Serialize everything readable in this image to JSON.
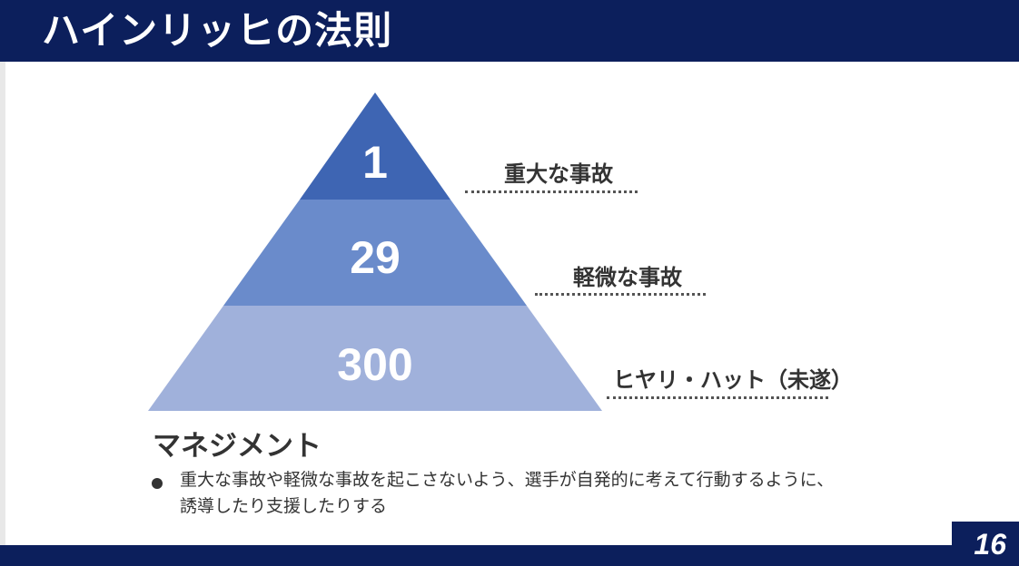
{
  "slide": {
    "title": "ハインリッヒの法則",
    "page_number": "16"
  },
  "pyramid": {
    "tiers": [
      {
        "value": "1",
        "label": "重大な事故",
        "color": "#3e65b3"
      },
      {
        "value": "29",
        "label": "軽微な事故",
        "color": "#6a8bcb"
      },
      {
        "value": "300",
        "label": "ヒヤリ・ハット（未遂）",
        "color": "#a0b1db"
      }
    ]
  },
  "management": {
    "heading": "マネジメント",
    "bullets": [
      {
        "line1": "重大な事故や軽微な事故を起こさないよう、選手が自発的に考えて行動するように、",
        "line2": "誘導したり支援したりする"
      }
    ]
  },
  "colors": {
    "header_bar": "#0c1f5c",
    "text": "#333333"
  }
}
